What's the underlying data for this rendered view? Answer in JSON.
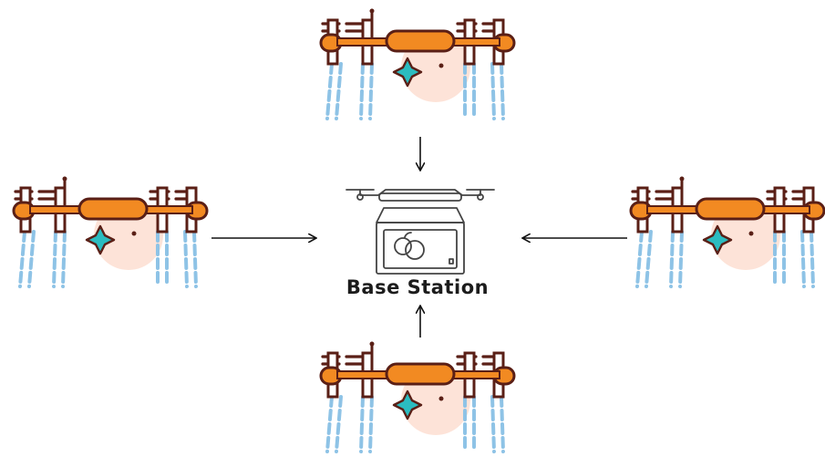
{
  "diagram": {
    "base_station": {
      "label": "Base Station"
    },
    "drones": [
      {
        "id": "top"
      },
      {
        "id": "left"
      },
      {
        "id": "right"
      },
      {
        "id": "bottom"
      }
    ],
    "colors": {
      "drone_body": "#f28a22",
      "drone_outline": "#5a1f16",
      "halo": "#fde3d8",
      "spray": "#8ec3e6",
      "sparkle": "#2bbcc0",
      "arrow": "#111111",
      "station_outline": "#444444"
    }
  }
}
